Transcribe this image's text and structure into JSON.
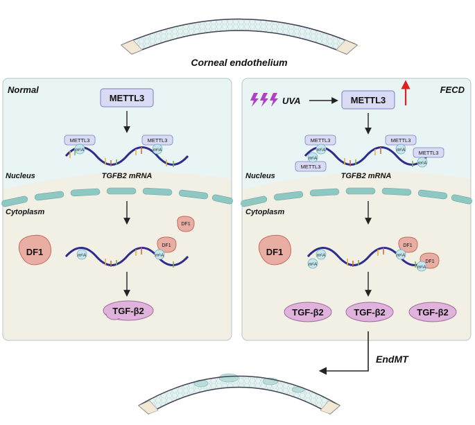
{
  "top_label": "Corneal endothelium",
  "left_panel": {
    "title": "Normal",
    "nucleus_label": "Nucleus",
    "cytoplasm_label": "Cytoplasm",
    "writer": "METTL3",
    "writer_small": "METTL3",
    "mrna_label": "TGFB2 mRNA",
    "m6a": "m⁶A",
    "reader_large": "DF1",
    "reader_small": "DF1",
    "protein": "TGF-β2"
  },
  "right_panel": {
    "title": "FECD",
    "stimulus": "UVA",
    "nucleus_label": "Nucleus",
    "cytoplasm_label": "Cytoplasm",
    "writer": "METTL3",
    "writer_small": "METTL3",
    "mrna_label": "TGFB2 mRNA",
    "m6a": "m⁶A",
    "reader_large": "DF1",
    "reader_small": "DF1",
    "protein": "TGF-β2"
  },
  "outcome_label": "EndMT",
  "colors": {
    "nucleus_bg": "#e9f4f4",
    "cytoplasm_bg": "#f2efe5",
    "panel_border": "#b9c6c6",
    "membrane": "#8fc7c2",
    "writer_fill": "#d9daf3",
    "writer_stroke": "#7b7fbf",
    "rna": "#2d2b8f",
    "m6a_fill": "#c6e6ee",
    "reader_fill": "#e9aea3",
    "reader_stroke": "#c46a5c",
    "protein_fill": "#e0b3dc",
    "protein_stroke": "#a06aa0",
    "uva": "#b040c8",
    "up_arrow": "#e02020",
    "cornea_fill": "#cfe7e5"
  }
}
